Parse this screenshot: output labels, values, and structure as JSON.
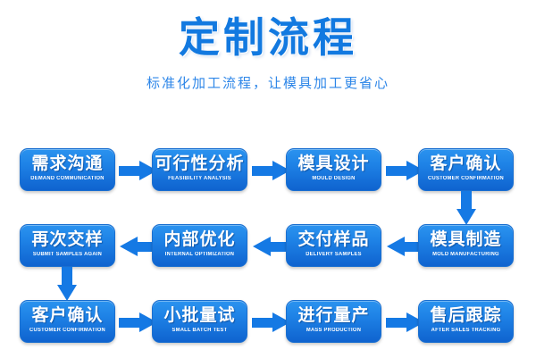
{
  "header": {
    "title": "定制流程",
    "subtitle": "标准化加工流程，让模具加工更省心",
    "accent_color": "#1279e0",
    "subtitle_color": "#2d86e8"
  },
  "flow": {
    "background_color": "#ffffff",
    "node_color": "#1e82e6",
    "arrow_color": "#1579e4",
    "rows": [
      {
        "direction": "left-to-right",
        "nodes": [
          {
            "cn": "需求沟通",
            "en": "DEMAND COMMUNICATION"
          },
          {
            "cn": "可行性分析",
            "en": "FEASIBILITY ANALYSIS"
          },
          {
            "cn": "模具设计",
            "en": "MOULD DESIGN"
          },
          {
            "cn": "客户确认",
            "en": "CUSTOMER CONFIRMATION"
          }
        ]
      },
      {
        "direction": "right-to-left",
        "nodes": [
          {
            "cn": "再次交样",
            "en": "SUBMIT SAMPLES AGAIN"
          },
          {
            "cn": "内部优化",
            "en": "INTERNAL OPTIMIZATION"
          },
          {
            "cn": "交付样品",
            "en": "DELIVERY SAMPLES"
          },
          {
            "cn": "模具制造",
            "en": "MOLD MANUFACTURING"
          }
        ]
      },
      {
        "direction": "left-to-right",
        "nodes": [
          {
            "cn": "客户确认",
            "en": "CUSTOMER CONFIRMATION"
          },
          {
            "cn": "小批量试",
            "en": "SMALL BATCH TEST"
          },
          {
            "cn": "进行量产",
            "en": "MASS PRODUCTION"
          },
          {
            "cn": "售后跟踪",
            "en": "AFTER SALES TRACKING"
          }
        ]
      }
    ]
  }
}
